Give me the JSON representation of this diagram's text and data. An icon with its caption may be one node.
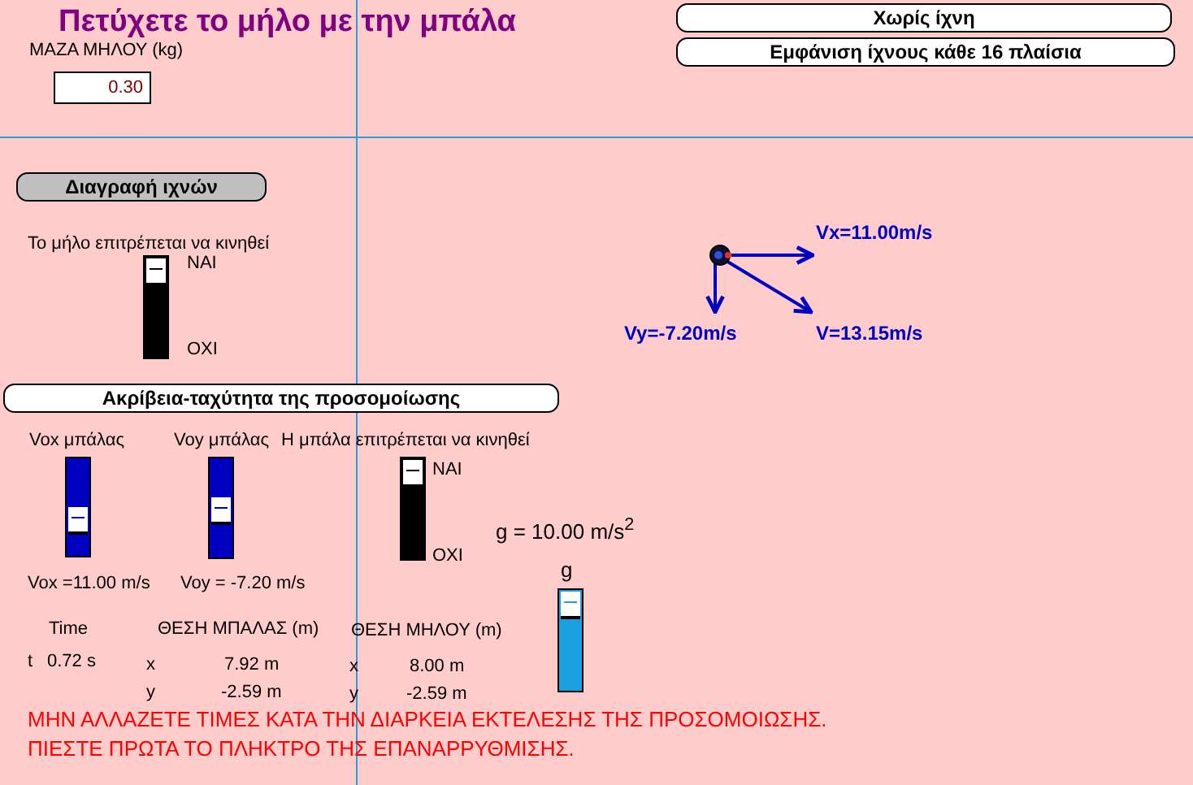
{
  "diagram": {
    "title": "Πετύχετε το μήλο με την μπάλα",
    "nodes": [
      {
        "text": [
          "Χωρίς ίχνη"
        ]
      },
      {
        "text": [
          "Εμφάνιση ίχνους κάθε 16 πλαίσια"
        ]
      },
      {
        "text": [
          "Διαγραφή ιχνών"
        ]
      },
      {
        "text": [
          "Ακρίβεια-ταχύτητα της προσομοίωσης"
        ]
      }
    ],
    "labels": [
      "ΜΑΖΑ ΜΗΛΟΥ (kg)",
      "0.30",
      "Το μήλο επιτρέπεται να κινηθεί",
      "ΝΑΙ",
      "Vx=11.00m/s",
      "ΟΧΙ",
      "Vy=-7.20m/s",
      "V=13.15m/s",
      "Vox μπάλας",
      "Voy μπάλας",
      "Η μπάλα επιτρέπεται να κινηθεί",
      "ΝΑΙ",
      "g =  10.00 m/s$^{2}$",
      "ΟΧΙ",
      "Vox =11.00 m/s",
      "Voy = -7.20 m/s",
      "g",
      "Time",
      "ΘΕΣΗ ΜΠΑΛΑΣ (m)",
      "ΘΕΣΗ ΜΗΛΟΥ (m)",
      "t",
      "0.72 s",
      "x",
      "7.92 m",
      "x",
      "8.00 m",
      "y",
      "-2.59 m",
      "y",
      "-2.59 m",
      "ΜΗΝ ΑΛΛΑΖΕΤΕ ΤΙΜΕΣ ΚΑΤΑ ΤΗΝ ΔΙΑΡΚΕΙΑ ΕΚΤΕΛΕΣΗΣ ΤΗΣ ΠΡΟΣΟΜΟΙΩΣΗΣ.",
      "ΠΙΕΣΤΕ ΠΡΩΤΑ ΤΟ ΠΛΗΚΤΡΟ ΤΗΣ ΕΠΑΝΑΡΡΥΘΜΙΣΗΣ."
    ]
  }
}
